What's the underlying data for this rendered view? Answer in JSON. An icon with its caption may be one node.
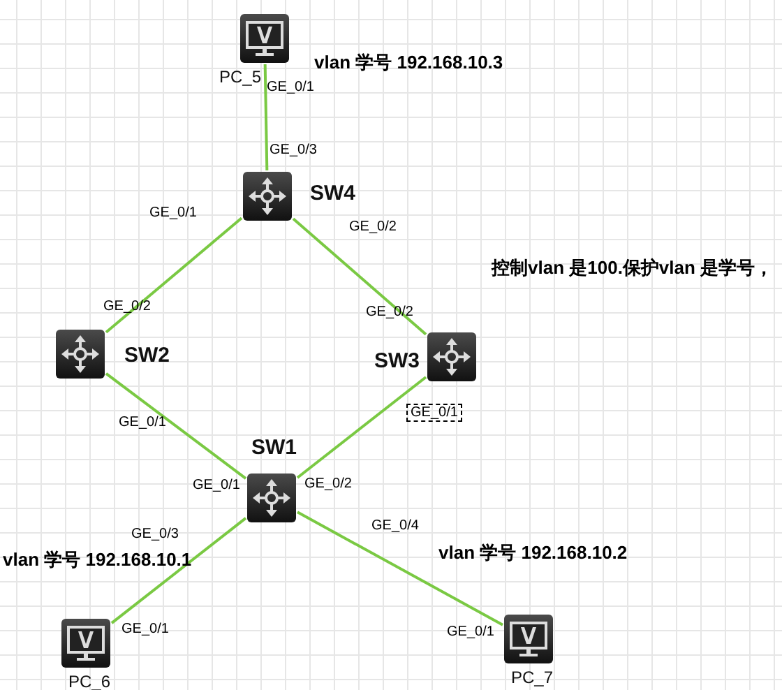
{
  "diagram": {
    "nodes": [
      {
        "text": [
          "PC_5"
        ]
      },
      {
        "text": [
          "SW4"
        ]
      },
      {
        "text": [
          "SW2"
        ]
      },
      {
        "text": [
          "SW3"
        ]
      },
      {
        "text": [
          "SW1"
        ]
      },
      {
        "text": [
          "PC_6"
        ]
      },
      {
        "text": [
          "PC_7"
        ]
      }
    ],
    "edges": [
      {
        "from": 0,
        "to": 1,
        "arrow": "none"
      },
      {
        "from": 1,
        "to": 2,
        "arrow": "none"
      },
      {
        "from": 1,
        "to": 3,
        "arrow": "none"
      },
      {
        "from": 2,
        "to": 4,
        "arrow": "none"
      },
      {
        "from": 3,
        "to": 4,
        "arrow": "none"
      },
      {
        "from": 4,
        "to": 5,
        "arrow": "none"
      },
      {
        "from": 4,
        "to": 6,
        "arrow": "none"
      }
    ],
    "labels": [
      "vlan 学号  192.168.10.3",
      "GE_0/1",
      "GE_0/3",
      "GE_0/1",
      "GE_0/2",
      "控制vlan 是100.保护vlan 是学号，",
      "GE_0/2",
      "GE_0/2",
      "GE_0/1",
      "GE_0/1",
      "GE_0/1",
      "GE_0/2",
      "GE_0/3",
      "GE_0/4",
      "vlan 学号 192.168.10.1",
      "vlan 学号  192.168.10.2",
      "GE_0/1",
      "GE_0/1"
    ]
  }
}
